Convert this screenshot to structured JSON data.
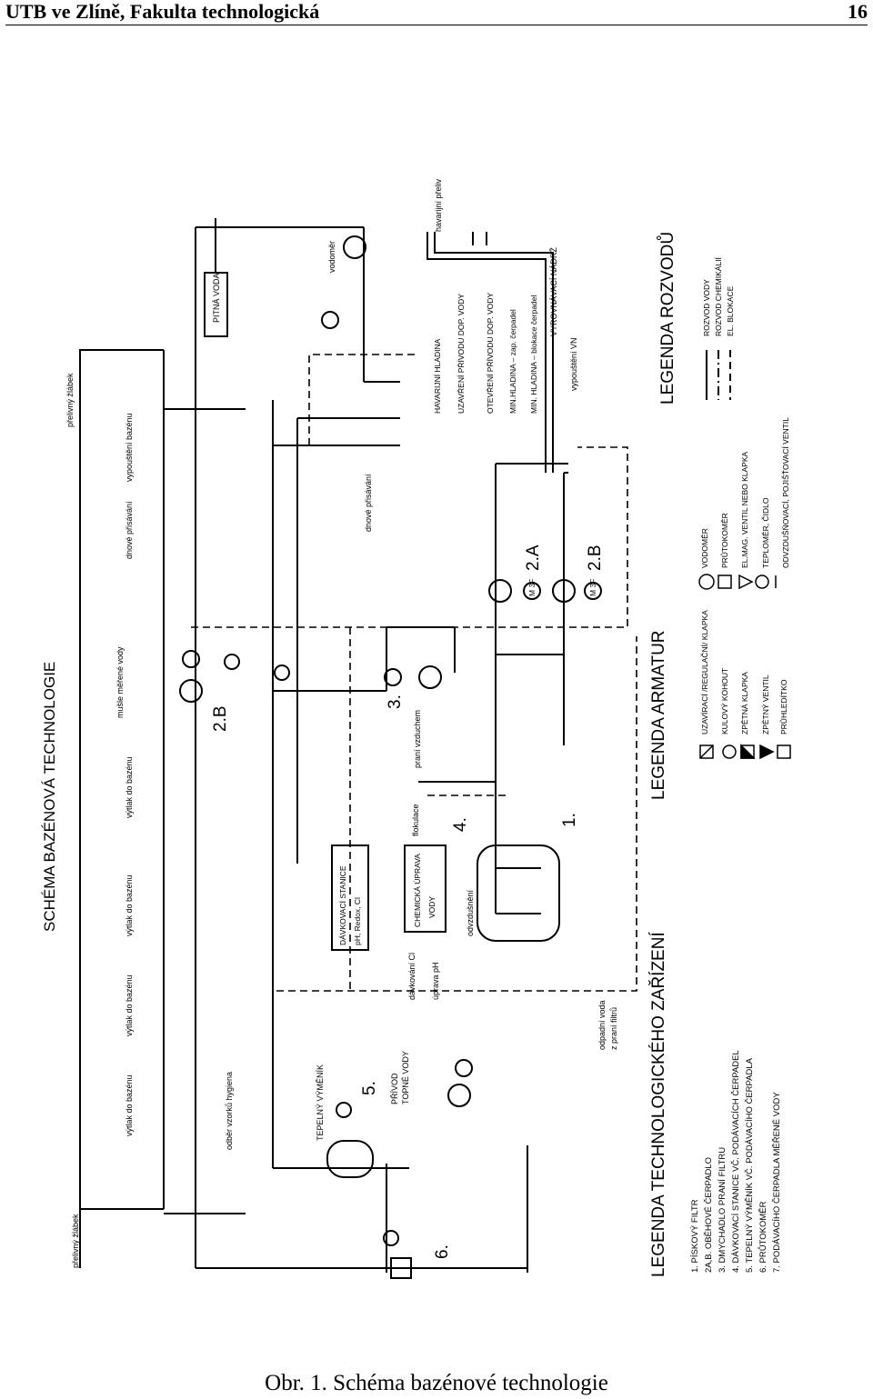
{
  "header": {
    "title": "UTB ve Zlíně, Fakulta technologická",
    "page": "16"
  },
  "caption": "Obr. 1. Schéma bazénové technologie",
  "diagram": {
    "title": "SCHÉMA BAZÉNOVÁ TECHNOLOGIE",
    "top_labels": {
      "prelivny_l": "přelivný žlábek",
      "odber": "odběr vzorků hygiena",
      "vytlak1": "výtlak do bazénu",
      "vytlak2": "výtlak do bazénu",
      "vytlak3": "výtlak do bazénu",
      "vytlak4": "výtlak do bazénu",
      "musle": "mušle měřené vody",
      "dnove1": "dnové přisávání",
      "vypousteni": "vypouštění bazénu",
      "prelivny_r": "přelivný žlábek"
    },
    "pitna_voda": "PITNÁ VODA",
    "vodomer": "vodoměr",
    "havarijni_preliv": "havarijní přeliv",
    "dnove2": "dnové přisávání",
    "tank_levels": [
      "HAVARIJNÍ HLADINA",
      "UZAVŘENÍ PŘÍVODU DOP. VODY",
      "OTEVŘENÍ PŘÍVODU DOP. VODY",
      "MIN.HLADINA – zap. čerpadel",
      "MIN. HLADINA – blokace čerpadel"
    ],
    "vyrovnavaci": "VYROVNÁVACÍ NÁDRŽ",
    "vypousteni_vn": "vypouštění VN",
    "numbers": {
      "n2B_top": "2.B",
      "n2A": "2.A",
      "n2B": "2.B",
      "n3": "3.",
      "n4": "4.",
      "n1": "1.",
      "n5": "5.",
      "n6": "6."
    },
    "pump_badge": "M 3F",
    "davkovaci": {
      "line1": "DÁVKOVACÍ STANICE",
      "line2": "pH, Redox, Cl"
    },
    "chemicka": {
      "line1": "CHEMICKÁ ÚPRAVA",
      "line2": "VODY"
    },
    "misc": {
      "prani": "praní vzduchem",
      "flokulace": "flokulace",
      "davkovani_cl": "dávkování Cl",
      "uprava_ph": "úprava pH",
      "odvzdusneni": "odvzdušnění",
      "odpadni1": "odpadní voda",
      "odpadni2": "z praní filtrů",
      "tepelny": "TEPELNÝ VÝMĚNÍK",
      "privod1": "PŘÍVOD",
      "privod2": "TOPNÉ VODY"
    },
    "legend_tech": {
      "title": "LEGENDA TECHNOLOGICKÉHO ZAŘÍZENÍ",
      "items": [
        "1. PÍSKOVÝ FILTR",
        "2A,B. OBĚHOVÉ ČERPADLO",
        "3. DMYCHADLO PRANÍ FILTRU",
        "4. DÁVKOVACÍ STANICE VČ. PODÁVACÍCH ČERPADEL",
        "5. TEPELNÝ VÝMĚNÍK VČ. PODÁVACÍHO ČERPADLA",
        "6. PRŮTOKOMĚR",
        "7. PODÁVACÍHO ČERPADLA MĚŘENÉ VODY"
      ]
    },
    "legend_arm": {
      "title": "LEGENDA ARMATUR",
      "col1": [
        "UZAVÍRACÍ /REGULAČNÍ/ KLAPKA",
        "KULOVÝ KOHOUT",
        "ZPĚTNÁ KLAPKA",
        "ZPĚTNÝ VENTIL",
        "PRŮHLEDÍTKO"
      ],
      "col2": [
        "VODOMĚR",
        "PRŮTOKOMĚR",
        "EL.MAG. VENTIL NEBO KLAPKA",
        "TEPLOMĚR, ČIDLO",
        "ODVZDUŠŇOVACÍ, POJIŠŤOVACÍ VENTIL"
      ]
    },
    "legend_roz": {
      "title": "LEGENDA ROZVODŮ",
      "items": [
        "ROZVOD VODY",
        "ROZVOD CHEMIKÁLIÍ",
        "EL. BLOKACE"
      ]
    }
  }
}
